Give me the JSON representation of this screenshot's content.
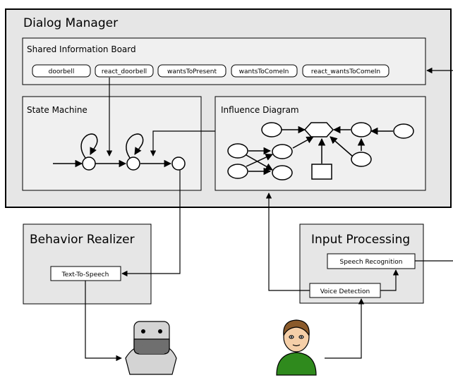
{
  "dialog_manager": {
    "title": "Dialog Manager",
    "shared_board": {
      "title": "Shared Information Board",
      "tags": [
        "doorbell",
        "react_doorbell",
        "wantsToPresent",
        "wantsToComeIn",
        "react_wantsToComeIn"
      ]
    },
    "state_machine": {
      "title": "State Machine"
    },
    "influence_diagram": {
      "title": "Influence Diagram"
    }
  },
  "behavior_realizer": {
    "title": "Behavior Realizer",
    "tts_label": "Text-To-Speech"
  },
  "input_processing": {
    "title": "Input Processing",
    "speech_recognition_label": "Speech Recognition",
    "voice_detection_label": "Voice Detection"
  },
  "colors": {
    "panel_fill": "#e6e6e6",
    "inner_fill": "#efefef",
    "line": "#000000",
    "person_shirt": "#2f8a1d",
    "person_hair": "#8a5a2b",
    "person_skin": "#f5cfa8",
    "robot_light": "#d4d4d4",
    "robot_dark": "#6f6f6f"
  }
}
